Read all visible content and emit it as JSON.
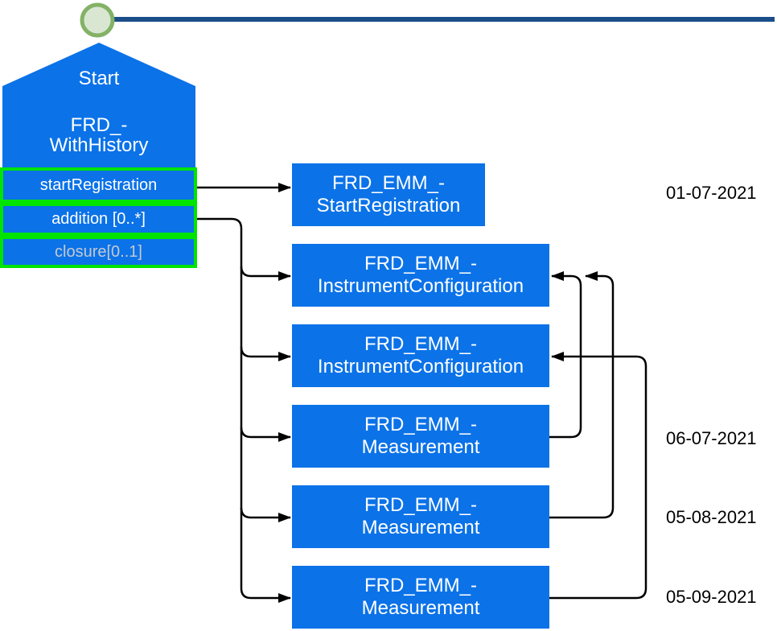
{
  "diagram": {
    "start_node": {
      "title": "Start",
      "name_line1": "FRD_-",
      "name_line2": "WithHistory",
      "operations": [
        {
          "label": "startRegistration"
        },
        {
          "label": "addition [0..*]"
        },
        {
          "label": "closure[0..1]"
        }
      ]
    },
    "events": [
      {
        "line1": "FRD_EMM_-",
        "line2": "StartRegistration"
      },
      {
        "line1": "FRD_EMM_-",
        "line2": "InstrumentConfiguration"
      },
      {
        "line1": "FRD_EMM_-",
        "line2": "InstrumentConfiguration"
      },
      {
        "line1": "FRD_EMM_-",
        "line2": "Measurement"
      },
      {
        "line1": "FRD_EMM_-",
        "line2": "Measurement"
      },
      {
        "line1": "FRD_EMM_-",
        "line2": "Measurement"
      }
    ],
    "dates": [
      {
        "label": "01-07-2021"
      },
      {
        "label": "06-07-2021"
      },
      {
        "label": "05-08-2021"
      },
      {
        "label": "05-09-2021"
      }
    ],
    "colors": {
      "node_blue": "#0b72e8",
      "highlight_green": "#00e400",
      "timeline_navy": "#1b4e89",
      "start_circle_fill": "#d9e7d2",
      "start_circle_stroke": "#83b266",
      "muted_text": "#c3c9d1",
      "connector": "#000000"
    }
  }
}
